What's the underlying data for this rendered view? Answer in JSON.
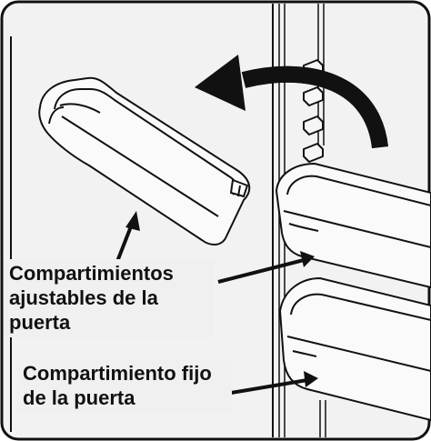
{
  "labels": {
    "adjustable_bins": [
      "Compartimientos",
      "ajustables de la",
      "puerta"
    ],
    "fixed_bin": [
      "Compartimiento fijo",
      "de la puerta"
    ]
  },
  "colors": {
    "background": "#ffffff",
    "panel": "#f2f2f2",
    "ink": "#111111",
    "label_box": "#f0f0f0"
  },
  "icons": {
    "move_arrow": "curved-arrow-icon",
    "support_pegs": "peg-icon"
  }
}
